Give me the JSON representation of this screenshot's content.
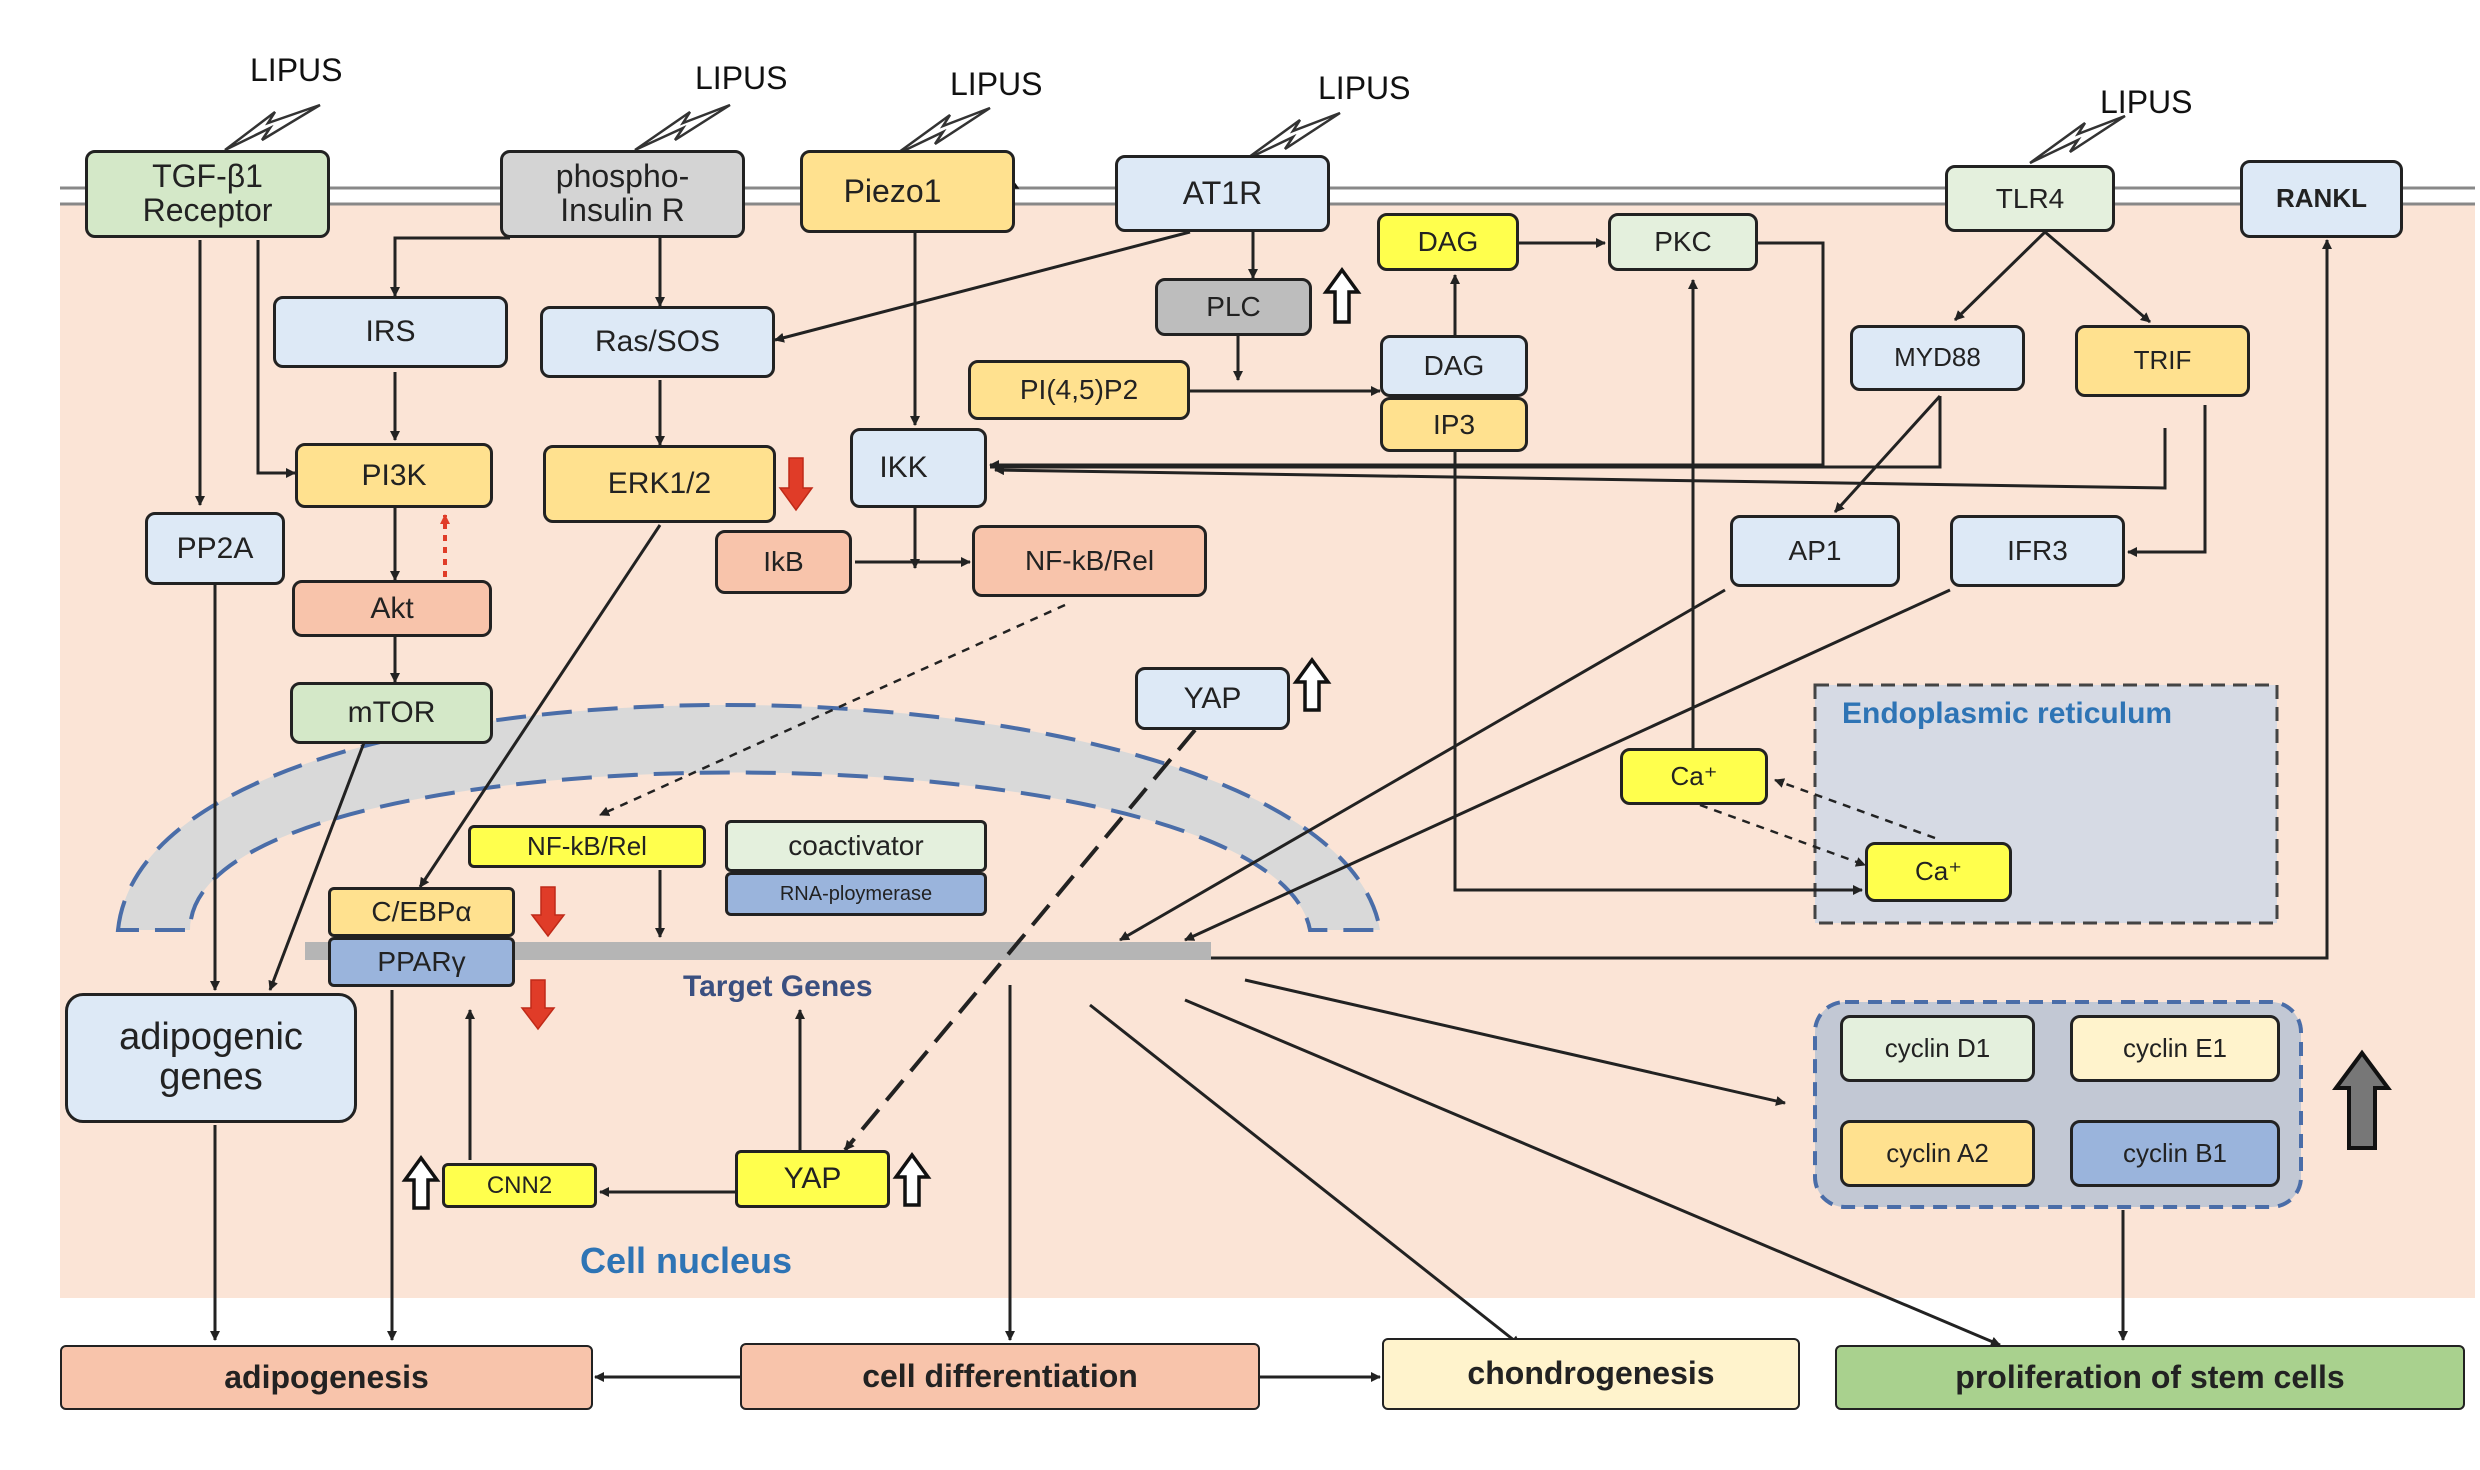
{
  "colors": {
    "cell_bg": "#fbe4d6",
    "green": "#d4e8c8",
    "lightgreen": "#e4f0dd",
    "gray": "#d4d4d4",
    "darkgray": "#bdbdbd",
    "yellow": "#ffe18f",
    "brightyellow": "#ffff4d",
    "lightyellow": "#fff3cc",
    "lightblue": "#dde9f6",
    "blue": "#9ab4dc",
    "salmon": "#f8c4ab",
    "bluegray": "#d6dae4",
    "nucleus_blue": "#2e74b5",
    "red_arrow": "#e03c28"
  },
  "labels": {
    "lipus_1": "LIPUS",
    "lipus_2": "LIPUS",
    "lipus_3": "LIPUS",
    "lipus_4": "LIPUS",
    "lipus_5": "LIPUS",
    "er": "Endoplasmic reticulum",
    "target_genes": "Target Genes",
    "cell_nucleus": "Cell nucleus"
  },
  "nodes": {
    "tgf": "TGF-β1\nReceptor",
    "insulin": "phospho-\nInsulin R",
    "piezo": "Piezo1",
    "at1r": "AT1R",
    "tlr4": "TLR4",
    "rankl": "RANKL",
    "irs": "IRS",
    "rassos": "Ras/SOS",
    "plc": "PLC",
    "dag_top": "DAG",
    "pkc": "PKC",
    "pip2": "PI(4,5)P2",
    "dag_mid": "DAG",
    "ip3": "IP3",
    "myd88": "MYD88",
    "trif": "TRIF",
    "pi3k": "PI3K",
    "erk": "ERK1/2",
    "ikk": "IKK",
    "pp2a": "PP2A",
    "ikb": "IkB",
    "nfkb_top": "NF-kB/Rel",
    "ap1": "AP1",
    "ifr3": "IFR3",
    "akt": "Akt",
    "mtor": "mTOR",
    "yap_top": "YAP",
    "ca_top": "Ca⁺",
    "ca_er": "Ca⁺",
    "nfkb_nuc": "NF-kB/Rel",
    "coactivator": "coactivator",
    "rnapol": "RNA-ploymerase",
    "cebpa": "C/EBPα",
    "pparg": "PPARγ",
    "adipogenic": "adipogenic\ngenes",
    "cnn2": "CNN2",
    "yap_nuc": "YAP",
    "cyclin_d1": "cyclin D1",
    "cyclin_e1": "cyclin E1",
    "cyclin_a2": "cyclin A2",
    "cyclin_b1": "cyclin B1",
    "adipogenesis": "adipogenesis",
    "cell_diff": "cell differentiation",
    "chondro": "chondrogenesis",
    "prolif": "proliferation of stem cells"
  }
}
